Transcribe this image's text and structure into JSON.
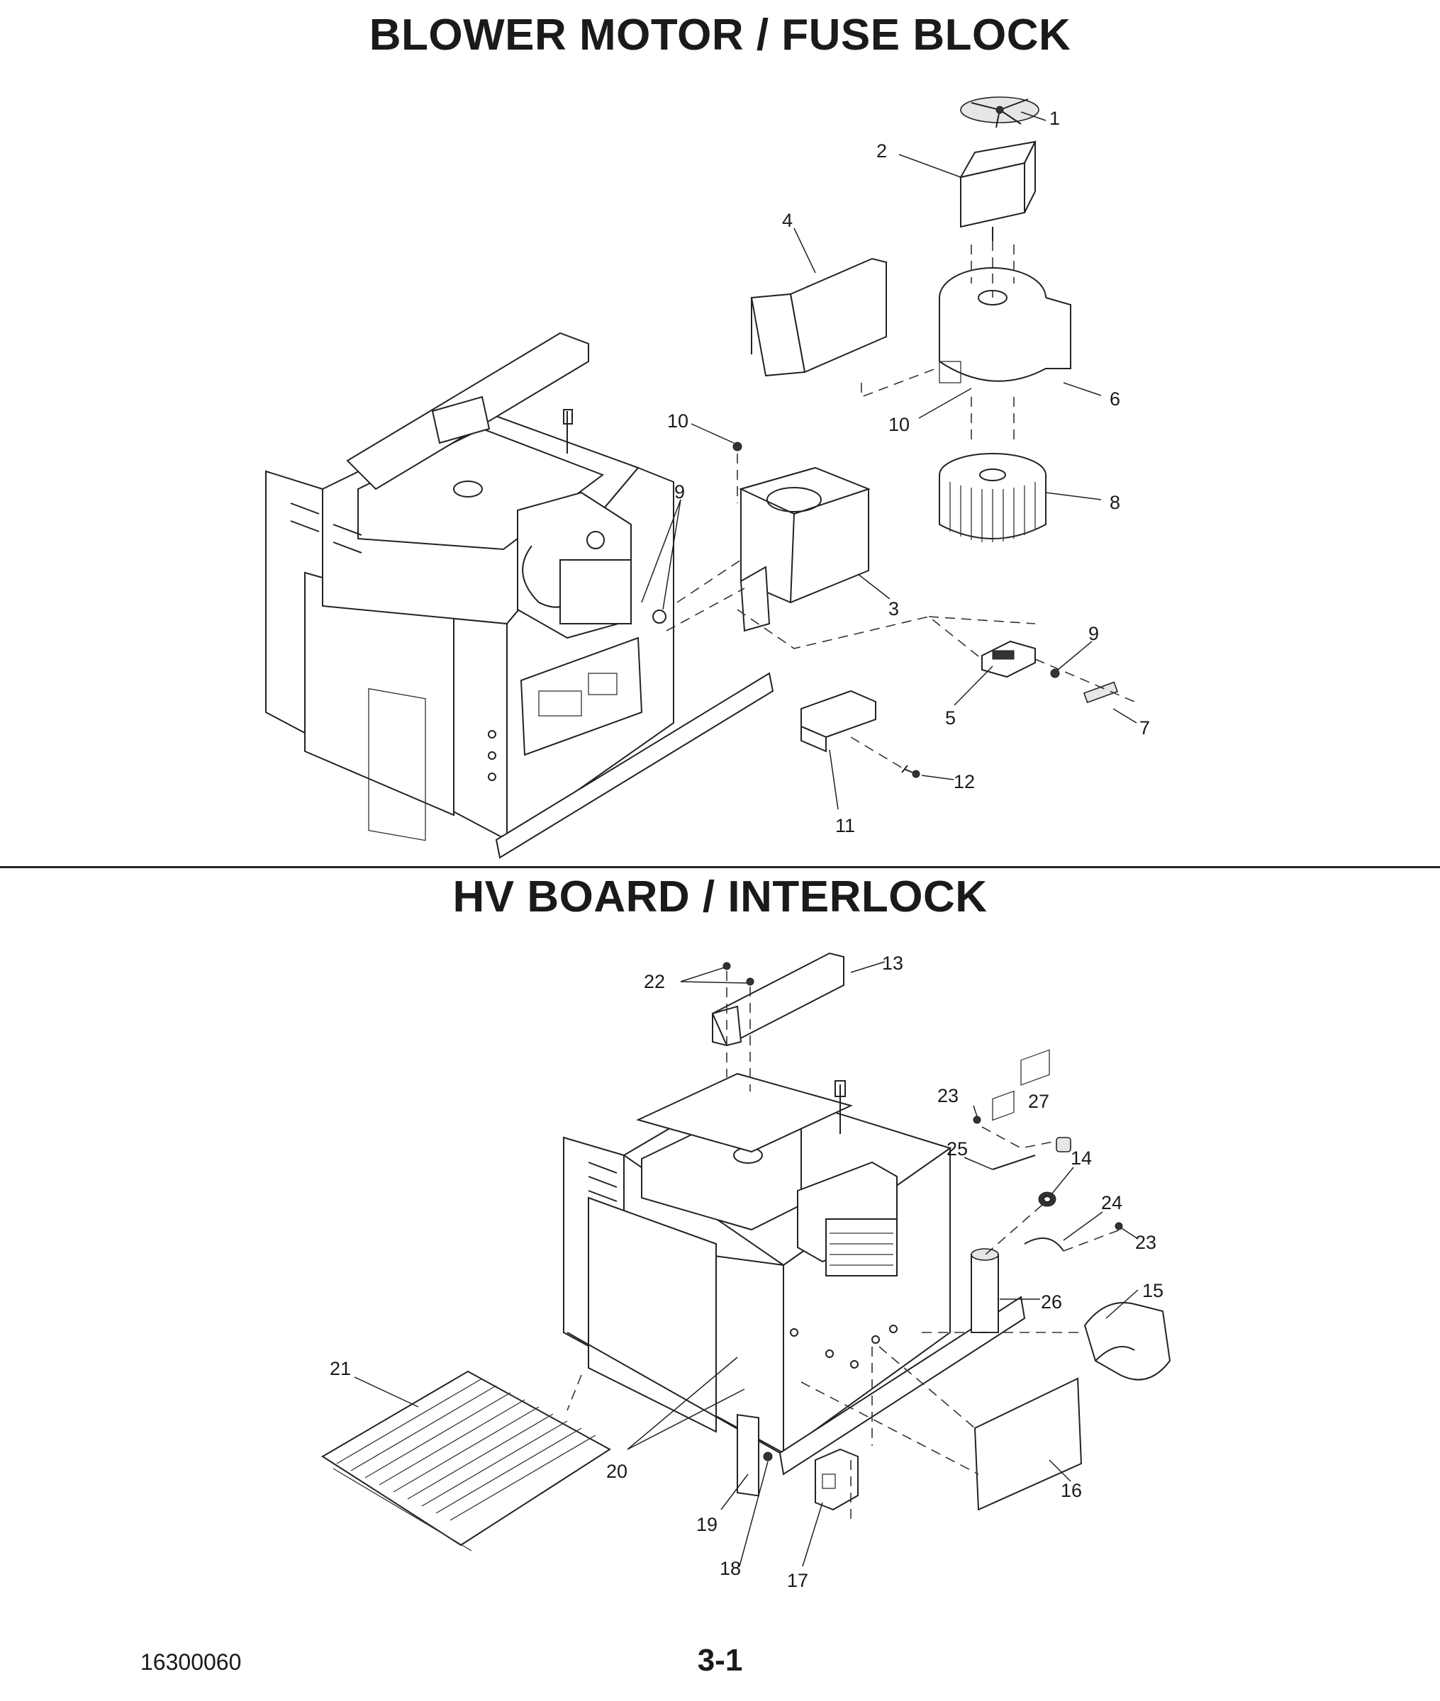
{
  "sections": [
    {
      "title": "BLOWER MOTOR / FUSE BLOCK"
    },
    {
      "title": "HV BOARD / INTERLOCK"
    }
  ],
  "callouts_top": [
    "1",
    "2",
    "3",
    "4",
    "5",
    "6",
    "7",
    "8",
    "9",
    "9",
    "10",
    "10",
    "11",
    "12"
  ],
  "callouts_bottom": [
    "13",
    "14",
    "15",
    "16",
    "17",
    "18",
    "19",
    "20",
    "21",
    "22",
    "23",
    "23",
    "24",
    "25",
    "26",
    "27"
  ],
  "footer": {
    "doc_number": "16300060",
    "page_number": "3-1"
  }
}
